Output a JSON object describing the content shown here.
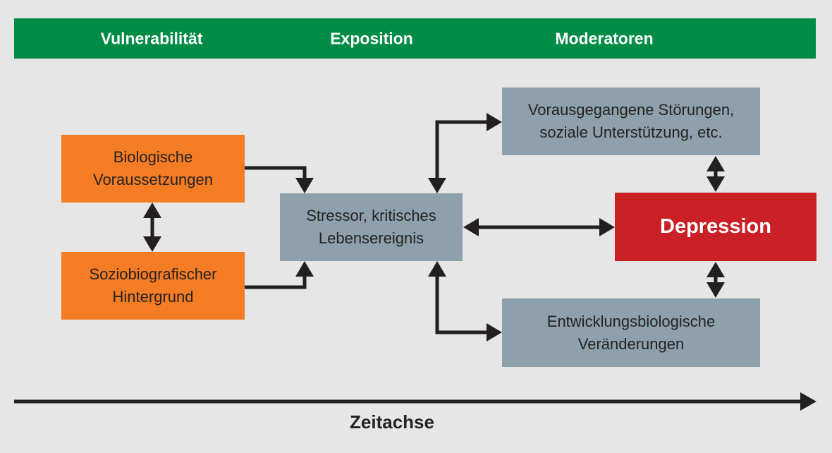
{
  "header": {
    "items": [
      {
        "label": "Vulnerabilität"
      },
      {
        "label": "Exposition"
      },
      {
        "label": "Moderatoren"
      }
    ]
  },
  "boxes": {
    "biological": {
      "line1": "Biologische",
      "line2": "Voraussetzungen"
    },
    "sociobiographical": {
      "line1": "Soziobiografischer",
      "line2": "Hintergrund"
    },
    "stressor": {
      "line1": "Stressor, kritisches",
      "line2": "Lebensereignis"
    },
    "prior_disorders": {
      "line1": "Vorausgegangene Störungen,",
      "line2": "soziale Unterstützung, etc."
    },
    "developmental": {
      "line1": "Entwicklungsbiologische",
      "line2": "Veränderungen"
    },
    "depression": {
      "label": "Depression"
    }
  },
  "timeline": {
    "label": "Zeitachse"
  },
  "arrows": [
    {
      "from": "biological",
      "to": "stressor",
      "type": "one-way"
    },
    {
      "from": "sociobiographical",
      "to": "stressor",
      "type": "one-way"
    },
    {
      "from": "biological",
      "to": "sociobiographical",
      "type": "two-way"
    },
    {
      "from": "stressor",
      "to": "prior_disorders",
      "type": "two-way"
    },
    {
      "from": "stressor",
      "to": "developmental",
      "type": "two-way"
    },
    {
      "from": "stressor",
      "to": "depression",
      "type": "two-way"
    },
    {
      "from": "prior_disorders",
      "to": "depression",
      "type": "two-way"
    },
    {
      "from": "developmental",
      "to": "depression",
      "type": "two-way"
    },
    {
      "name": "time-axis",
      "type": "one-way"
    }
  ],
  "colors": {
    "background": "#e6e6e6",
    "header_green": "#008c47",
    "box_orange": "#f47c24",
    "box_gray": "#8da0ab",
    "box_red": "#cb2026",
    "arrow_black": "#231f20",
    "text_dark": "#262221",
    "text_light": "#ffffff"
  }
}
